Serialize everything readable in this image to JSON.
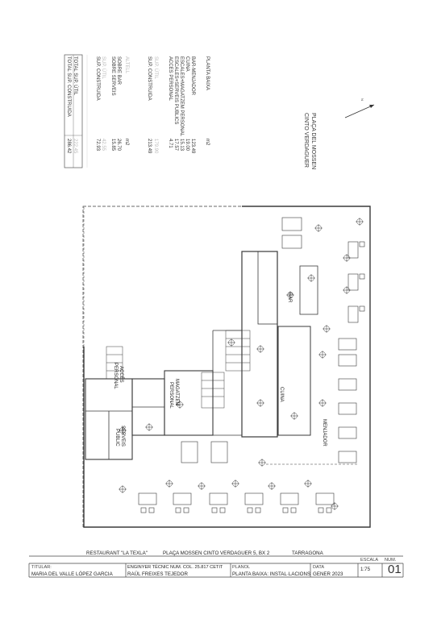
{
  "top_table": {
    "heading": "PLANTA BAIXA",
    "unit_header": "m2",
    "rows": [
      {
        "label": "BAR-MENJADOR",
        "value": "123.49"
      },
      {
        "label": "CUINA",
        "value": "19.00"
      },
      {
        "label": "ESCALES+MAGATZEM PERSONAL",
        "value": "15.13"
      },
      {
        "label": "ESCALES+SERVEIS PUBLICS",
        "value": "17.57"
      },
      {
        "label": "ACCES PERSONAL",
        "value": "4.71"
      }
    ],
    "util_label": "SUP. ÚTIL",
    "util_value": "179.90",
    "construida_label": "SUP. CONSTRUIDA",
    "construida_value": "213.49",
    "altell_heading": "ALTELL",
    "altell_unit": "m2",
    "altell_rows": [
      {
        "label": "SOBRE BAR",
        "value": "26.70"
      },
      {
        "label": "SOBRE SERVEIS",
        "value": "15.85"
      }
    ],
    "altell_util_label": "SUP. ÚTIL",
    "altell_util_value": "42.55",
    "altell_construida_label": "SUP. CONSTRUIDA",
    "altell_construida_value": "72.93",
    "total_util_label": "TOTAL SUP. ÚTIL",
    "total_util_value": "222.45",
    "total_construida_label": "TOTAL SUP. CONSTRUIDA",
    "total_construida_value": "286.42"
  },
  "street_label_1": "PLAÇA DEL MOSSEN",
  "street_label_2": "CINTO VERDAGUER",
  "room_labels": {
    "bar": "BAR",
    "cuina": "CUINA",
    "menjador": "MENJADOR",
    "acces_personal_1": "ACCÉS",
    "acces_personal_2": "PERSONAL",
    "magatzem_1": "MAGATZEM",
    "magatzem_2": "PERSONAL",
    "serveis_1": "SERVEIS",
    "serveis_2": "PUBLIC"
  },
  "title_block": {
    "restaurant": "RESTAURANT \"LA TEXLA\"",
    "address": "PLAÇA MOSSEN CINTO VERDAGUER 5, BX 2",
    "city": "TARRAGONA",
    "titular_label": "TITULAR:",
    "titular_name": "MARIA DEL VALLE LÓPEZ GARCIA",
    "engineer_title": "ENGINYER TÈCNIC NUM. COL. 25.817 CETIT",
    "engineer_name": "RAÜL FREIXES TEJEDOR",
    "plano_label": "PLANOL",
    "plano_value": "PLANTA BAIXA: INSTAL·LACIONS",
    "data_label": "DATA",
    "data_value": "GENER 2023",
    "escala_label": "ESCALA",
    "escala_value": "1:75",
    "num_label": "NUM.",
    "num_value": "01"
  },
  "colors": {
    "line": "#3a3a3a",
    "faint": "#b9b9b9",
    "paper": "#ffffff"
  }
}
